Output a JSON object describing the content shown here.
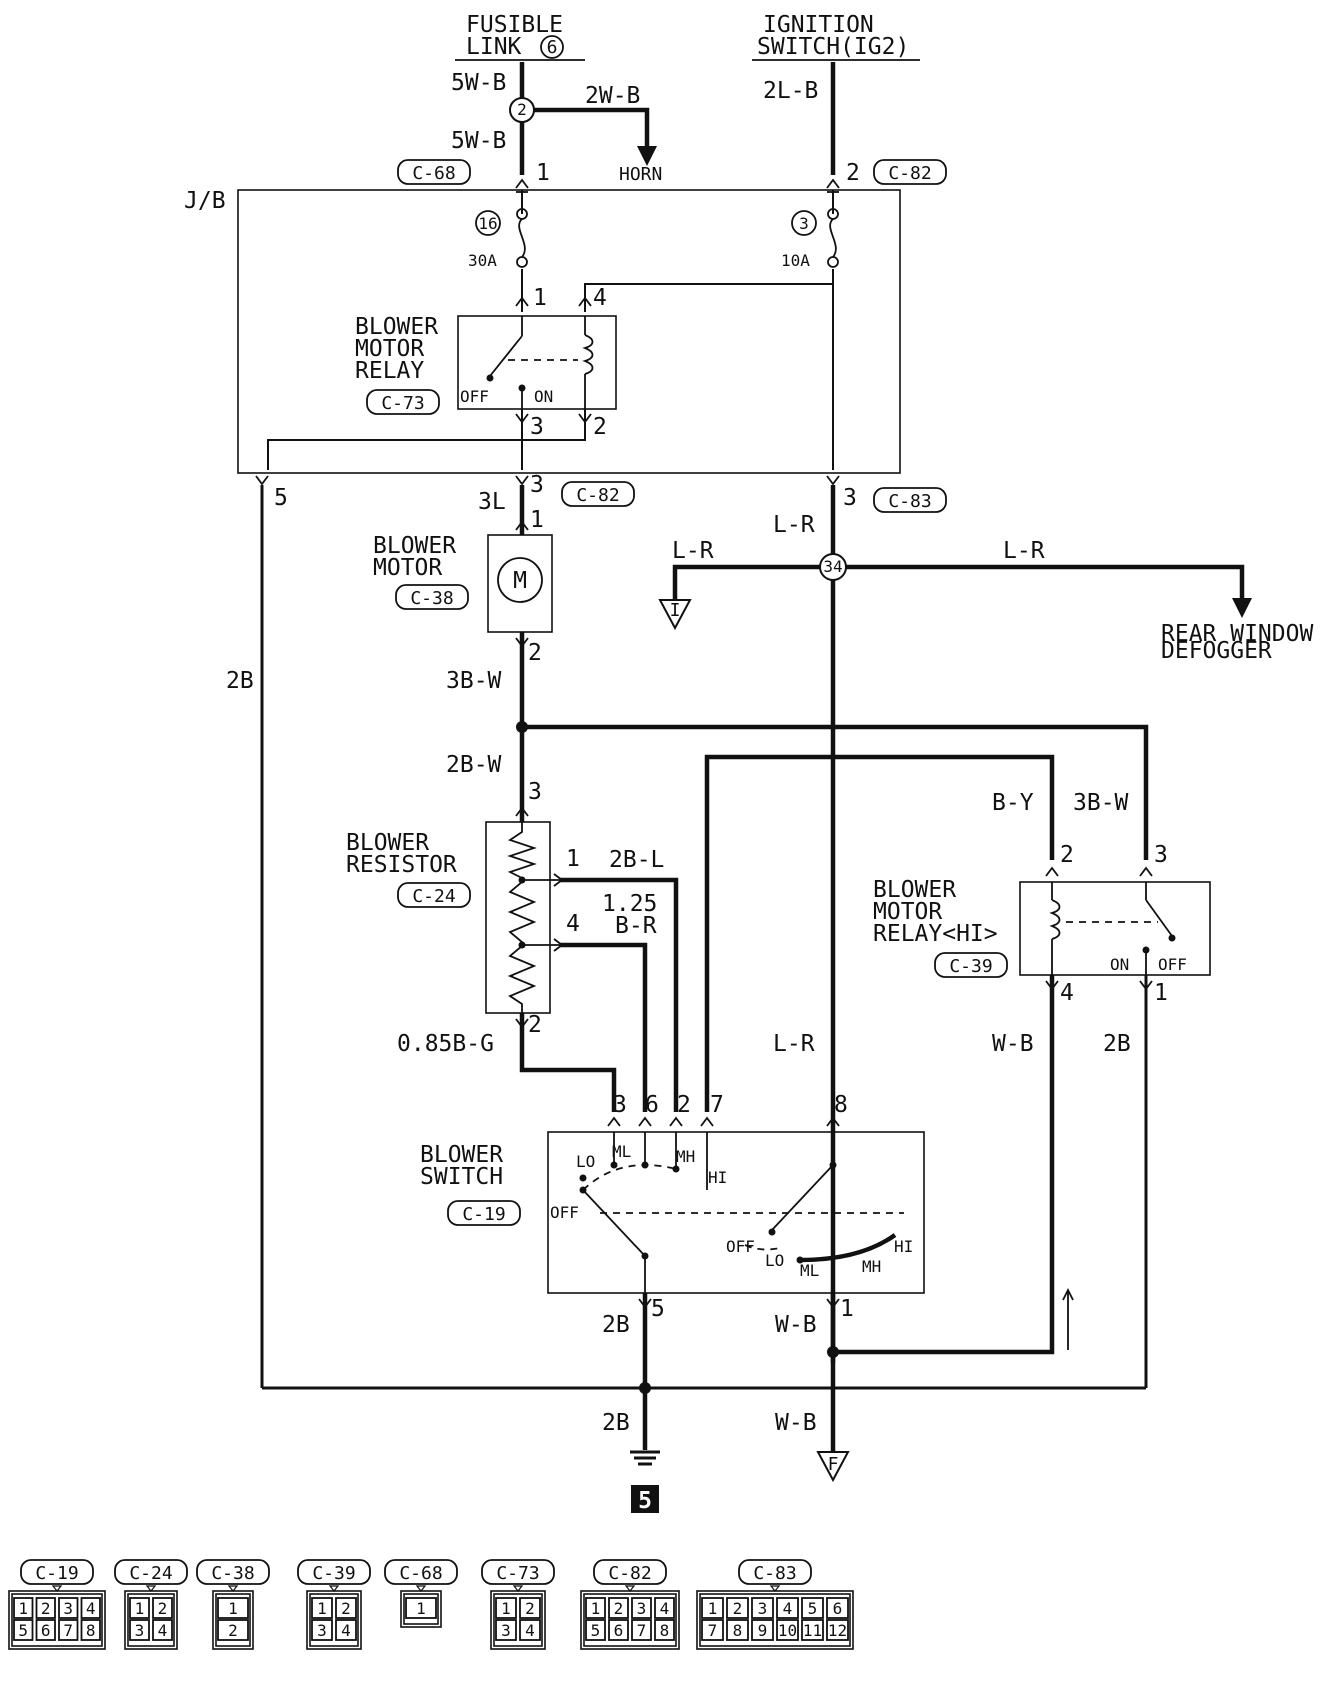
{
  "labels": {
    "fusible_link": [
      "FUSIBLE",
      "LINK"
    ],
    "fusible_link_num": "6",
    "ignition_switch": [
      "IGNITION",
      "SWITCH(IG2)"
    ],
    "jb": "J/B",
    "horn": "HORN",
    "blower_motor_relay": [
      "BLOWER",
      "MOTOR",
      "RELAY"
    ],
    "blower_motor": [
      "BLOWER",
      "MOTOR"
    ],
    "blower_resistor": [
      "BLOWER",
      "RESISTOR"
    ],
    "blower_motor_relay_hi": [
      "BLOWER",
      "MOTOR",
      "RELAY<HI>"
    ],
    "blower_switch": [
      "BLOWER",
      "SWITCH"
    ],
    "rear_window_defogger": [
      "REAR WINDOW",
      "DEFOGGER"
    ],
    "fuse16": "16",
    "fuse16_amp": "30A",
    "fuse3": "3",
    "fuse3_amp": "10A",
    "splice2": "2",
    "splice34": "34",
    "ground_num": "5",
    "term_I": "I",
    "term_F": "F",
    "off": "OFF",
    "on": "ON",
    "lo": "LO",
    "ml": "ML",
    "mh": "MH",
    "hi": "HI"
  },
  "wires": {
    "w5WB_top": "5W-B",
    "w5WB": "5W-B",
    "w2WB": "2W-B",
    "w2LB": "2L-B",
    "w3L": "3L",
    "wLR_vert": "L-R",
    "wLR_left": "L-R",
    "wLR_right": "L-R",
    "w2B_left": "2B",
    "w3BW": "3B-W",
    "w2BW": "2B-W",
    "w2BL": "2B-L",
    "w125": "1.25",
    "wBR": "B-R",
    "w085": "0.85B-G",
    "wLR_low": "L-R",
    "wBY": "B-Y",
    "w3BW_relay": "3B-W",
    "wWB_relay": "W-B",
    "w2B_relay": "2B",
    "w2B_switch": "2B",
    "wWB_switch": "W-B",
    "w2B_gnd": "2B",
    "wWB_gnd": "W-B"
  },
  "pins": {
    "c68_1": "1",
    "c82_2": "2",
    "r_1": "1",
    "r_4": "4",
    "r_3": "3",
    "r_2": "2",
    "c82_3": "3",
    "jb_5": "5",
    "c83_3": "3",
    "m_1": "1",
    "m_2": "2",
    "res_3": "3",
    "res_1": "1",
    "res_4": "4",
    "res_2": "2",
    "hi_2": "2",
    "hi_3": "3",
    "hi_4": "4",
    "hi_1": "1",
    "sw_3": "3",
    "sw_6": "6",
    "sw_2": "2",
    "sw_7": "7",
    "sw_8": "8",
    "sw_5": "5",
    "sw_1": "1"
  },
  "connector_ids": {
    "c68": "C-68",
    "c82a": "C-82",
    "c73": "C-73",
    "c82b": "C-82",
    "c83": "C-83",
    "c38": "C-38",
    "c24": "C-24",
    "c39": "C-39",
    "c19": "C-19"
  },
  "legend": [
    {
      "id": "C-19",
      "cells": [
        "1",
        "2",
        "3",
        "4",
        "5",
        "6",
        "7",
        "8"
      ]
    },
    {
      "id": "C-24",
      "cells": [
        "1",
        "2",
        "3",
        "4"
      ]
    },
    {
      "id": "C-38",
      "cells": [
        "1",
        "2"
      ]
    },
    {
      "id": "C-39",
      "cells": [
        "1",
        "2",
        "3",
        "4"
      ]
    },
    {
      "id": "C-68",
      "cells": [
        "1"
      ]
    },
    {
      "id": "C-73",
      "cells": [
        "1",
        "2",
        "3",
        "4"
      ]
    },
    {
      "id": "C-82",
      "cells": [
        "1",
        "2",
        "3",
        "4",
        "5",
        "6",
        "7",
        "8"
      ]
    },
    {
      "id": "C-83",
      "cells": [
        "1",
        "2",
        "3",
        "4",
        "5",
        "6",
        "7",
        "8",
        "9",
        "10",
        "11",
        "12"
      ]
    }
  ]
}
